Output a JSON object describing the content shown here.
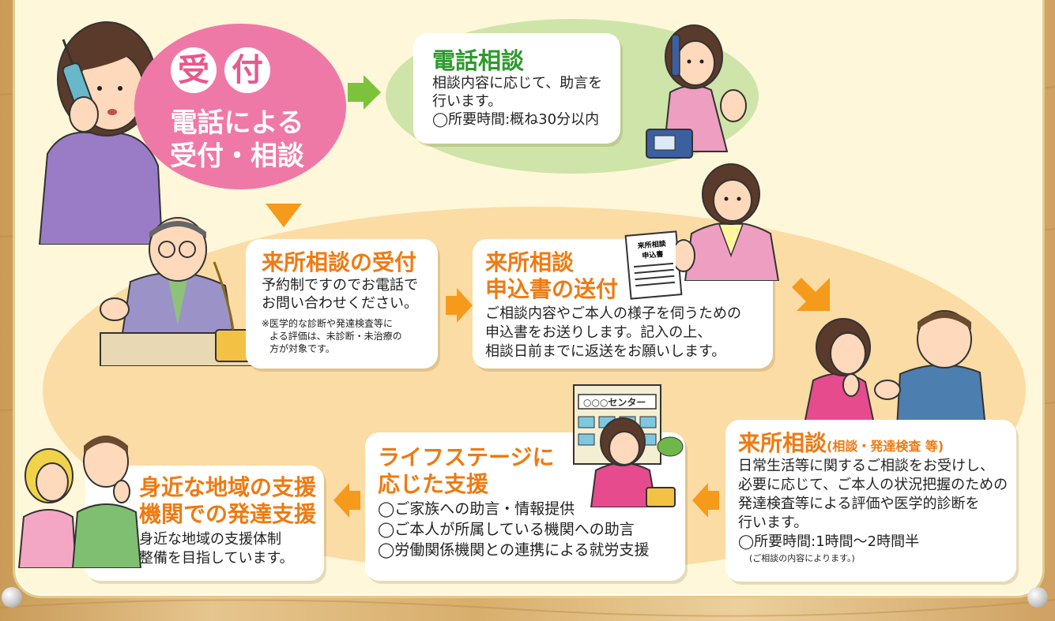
{
  "colors": {
    "accent_green": "#2c9a2c",
    "accent_orange": "#ef7a12",
    "pink": "#ef79a6",
    "panel": "#fff7d9",
    "oval": "#fbdca5",
    "green_oval": "#cfe4a9",
    "arrow_green": "#7cc23a",
    "arrow_orange": "#f59a1b"
  },
  "start": {
    "badge_chars": [
      "受",
      "付"
    ],
    "line1": "電話による",
    "line2": "受付・相談"
  },
  "phone_consult": {
    "title": "電話相談",
    "line1": "相談内容に応じて、助言を",
    "line2": "行います。",
    "line3": "◯所要時間:概ね30分以内"
  },
  "visit_reception": {
    "title": "来所相談の受付",
    "line1": "予約制ですのでお電話で",
    "line2": "お問い合わせください。",
    "note1": "※医学的な診断や発達検査等に",
    "note2": "よる評価は、未診断・未治療の",
    "note3": "方が対象です。"
  },
  "application": {
    "title1": "来所相談",
    "title2": "申込書の送付",
    "form_label1": "来所相談",
    "form_label2": "申込書",
    "line1": "ご相談内容やご本人の様子を伺うための",
    "line2": "申込書をお送りします。記入の上、",
    "line3": "相談日前までに返送をお願いします。"
  },
  "visit_consult": {
    "title": "来所相談",
    "title_sub": "(相談・発達検査 等)",
    "line1": "日常生活等に関するご相談をお受けし、",
    "line2": "必要に応じて、ご本人の状況把握のための",
    "line3": "発達検査等による評価や医学的診断を",
    "line4": "行います。",
    "line5": "◯所要時間:1時間〜2時間半",
    "note": "(ご相談の内容によります。)"
  },
  "lifestage": {
    "title1": "ライフステージに",
    "title2": "応じた支援",
    "item1": "◯ご家族への助言・情報提供",
    "item2": "◯ご本人が所属している機関への助言",
    "item3": "◯労働関係機関との連携による就労支援",
    "building_sign": "○○○センター"
  },
  "local_support": {
    "title1": "身近な地域の支援",
    "title2": "機関での発達支援",
    "line1": "身近な地域の支援体制",
    "line2": "整備を目指しています。"
  }
}
